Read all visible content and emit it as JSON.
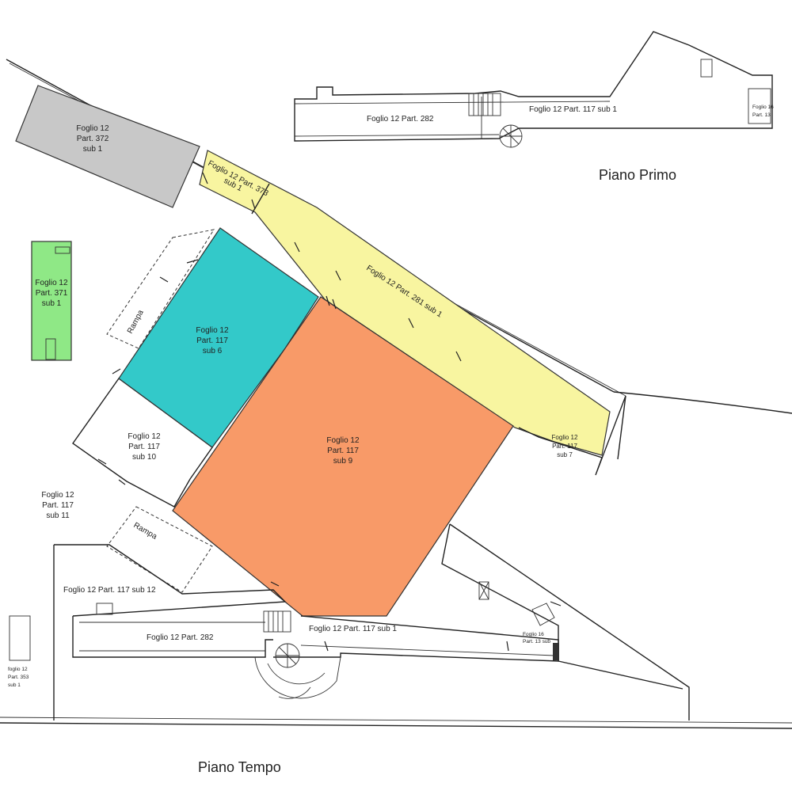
{
  "colors": {
    "gray": "#c8c8c8",
    "green": "#8fe886",
    "teal": "#33c9c9",
    "orange": "#f89a68",
    "yellow": "#f8f5a0"
  },
  "titles": {
    "piano_primo": "Piano Primo",
    "piano_terra": "Piano Tempo"
  },
  "parcels": {
    "p372": [
      "Foglio 12",
      "Part. 372",
      "sub 1"
    ],
    "p371": [
      "Foglio 12",
      "Part. 371",
      "sub 1"
    ],
    "p373": [
      "Foglio 12 Part. 373",
      "sub 1"
    ],
    "p281": "Foglio 12 Part. 281 sub 1",
    "sub6": [
      "Foglio 12",
      "Part. 117",
      "sub 6"
    ],
    "sub9": [
      "Foglio 12",
      "Part. 117",
      "sub 9"
    ],
    "sub10": [
      "Foglio 12",
      "Part. 117",
      "sub 10"
    ],
    "sub11": [
      "Foglio 12",
      "Part. 117",
      "sub 11"
    ],
    "sub7": [
      "Foglio 12",
      "Part. 117",
      "sub 7"
    ],
    "sub12": "Foglio 12 Part. 117 sub 12",
    "p282_ground": "Foglio 12 Part. 282",
    "sub1_ground": "Foglio 12 Part. 117 sub 1",
    "p13_ground": [
      "Foglio 16",
      "Part. 13 sub"
    ],
    "p282_upper": "Foglio 12 Part. 282",
    "sub1_upper": "Foglio 12 Part. 117 sub 1",
    "p13_upper": [
      "Foglio 16",
      "Part. 13"
    ],
    "p353": [
      "foglio 12",
      "Part. 353",
      "sub 1"
    ]
  },
  "ramps": {
    "upper": "Rampa",
    "lower": "Rampa"
  }
}
